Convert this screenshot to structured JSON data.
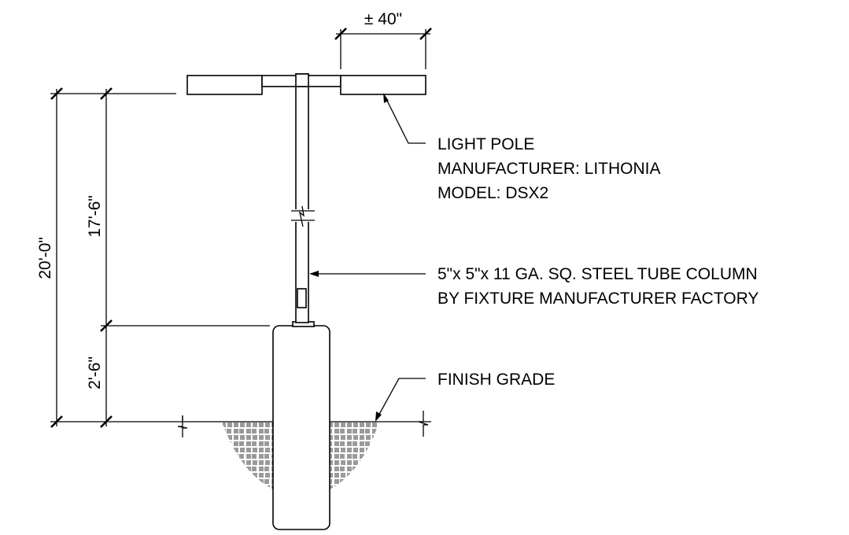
{
  "dimensions": {
    "fixture_width": "± 40\"",
    "overall_height": "20'-0\"",
    "pole_height": "17'-6\"",
    "base_exposure": "2'-6\""
  },
  "callouts": {
    "light_pole": {
      "line1": "LIGHT POLE",
      "line2": "MANUFACTURER: LITHONIA",
      "line3": "MODEL: DSX2"
    },
    "column": {
      "line1": "5\"x 5\"x 11 GA. SQ. STEEL TUBE COLUMN",
      "line2": "BY FIXTURE MANUFACTURER FACTORY"
    },
    "grade": {
      "line1": "FINISH GRADE"
    }
  },
  "colors": {
    "line": "#000000",
    "background": "#ffffff"
  }
}
